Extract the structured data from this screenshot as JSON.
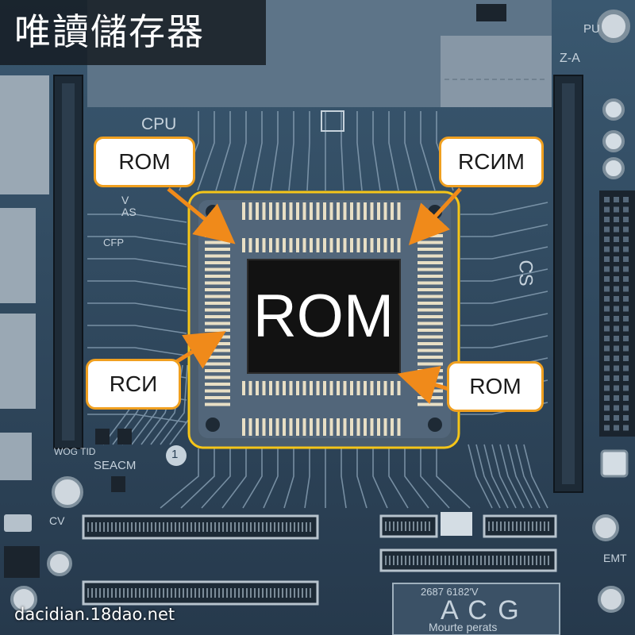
{
  "title": "唯讀儲存器",
  "chip": {
    "label": "ROM"
  },
  "callouts": {
    "top_left": "ROM",
    "top_right": "RCИM",
    "bottom_left": "RCИ",
    "bottom_right": "ROM"
  },
  "watermark": "dacidian.18dao.net",
  "silkscreen": {
    "cpu": "CPU",
    "pu": "PU",
    "za": "Z-A",
    "vas": "V AS",
    "cfp": "CFP",
    "cs": "CS",
    "seacm": "SEACM",
    "wog": "WOG TID",
    "circle_one": "1",
    "cv": "CV",
    "emt": "EMT",
    "code": "2687 6182'V",
    "acg": "A C G",
    "mourte": "Mourte perats"
  },
  "colors": {
    "board": "#2b4257",
    "highlight": "#f5c518",
    "callout_border": "#f0a020",
    "arrow": "#f08a1a"
  }
}
